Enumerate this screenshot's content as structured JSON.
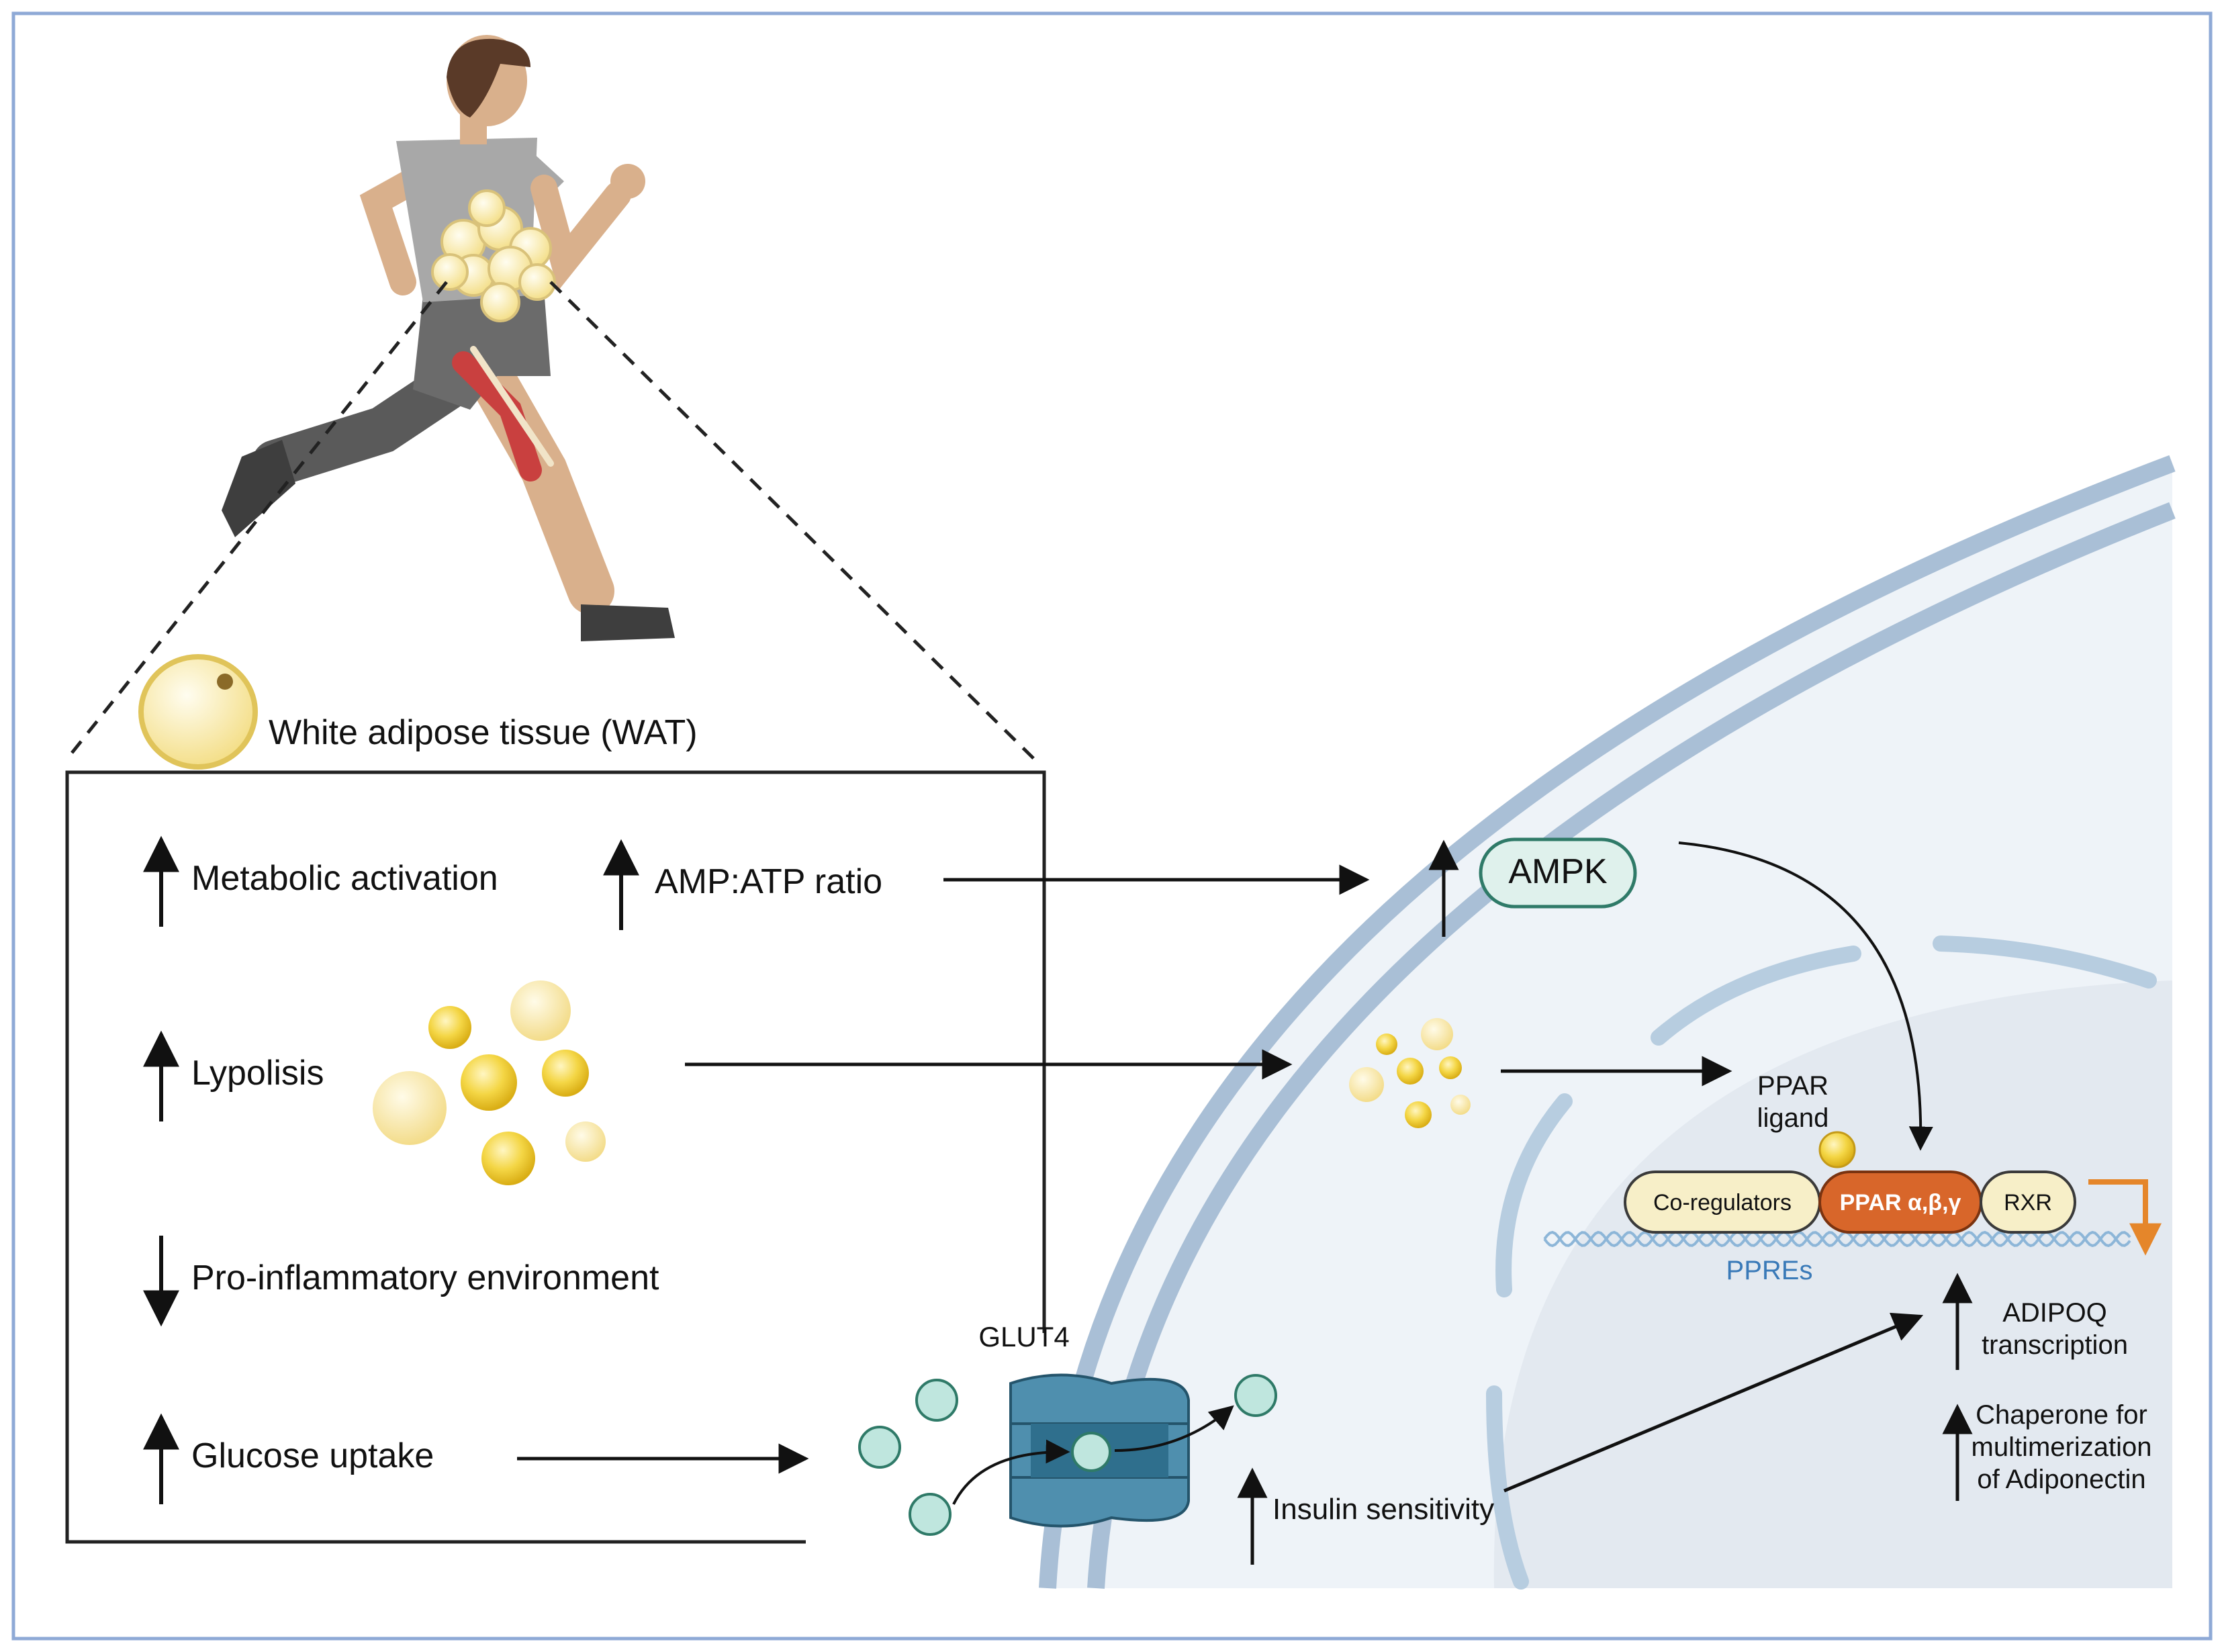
{
  "wat": {
    "title": "White adipose tissue (WAT)",
    "effects": [
      {
        "label": "Metabolic activation",
        "direction": "up"
      },
      {
        "label": "Lypolisis",
        "direction": "up"
      },
      {
        "label": "Pro-inflammatory environment",
        "direction": "down"
      },
      {
        "label": "Glucose uptake",
        "direction": "up"
      }
    ],
    "amp_atp": {
      "label": "AMP:ATP ratio",
      "direction": "up"
    }
  },
  "cell": {
    "ampk": "AMPK",
    "glut4": "GLUT4",
    "insulin_sensitivity": "Insulin sensitivity",
    "ppar_ligand_line1": "PPAR",
    "ppar_ligand_line2": "ligand",
    "complex": {
      "coregulators": "Co-regulators",
      "ppar": "PPAR α,β,γ",
      "rxr": "RXR"
    },
    "ppres": "PPREs",
    "adipoq_line1": "ADIPOQ",
    "adipoq_line2": "transcription",
    "chaperone_line1": "Chaperone for",
    "chaperone_line2": "multimerization",
    "chaperone_line3": "of Adiponectin"
  },
  "colors": {
    "frame": "#8ea9d6",
    "membrane": "#a9bfd6",
    "cytoplasm": "#eef3f8",
    "nucleus": "#e3e9f0",
    "ampk_fill": "#dff1ec",
    "ampk_stroke": "#2f7a68",
    "ppar_fill": "#d8662a",
    "complex_fill": "#f7efc8",
    "glucose": "#bfe6de",
    "glut4": "#4f8fae",
    "ppres_text": "#3a7ab8",
    "orange_arrow": "#e5862a",
    "lipid": "#f2cf3a"
  },
  "icons": [
    "runner-figure",
    "adipocyte-icon",
    "lipid-droplet-icon",
    "glucose-molecule-icon",
    "glut4-transporter-icon",
    "dna-helix-icon"
  ]
}
